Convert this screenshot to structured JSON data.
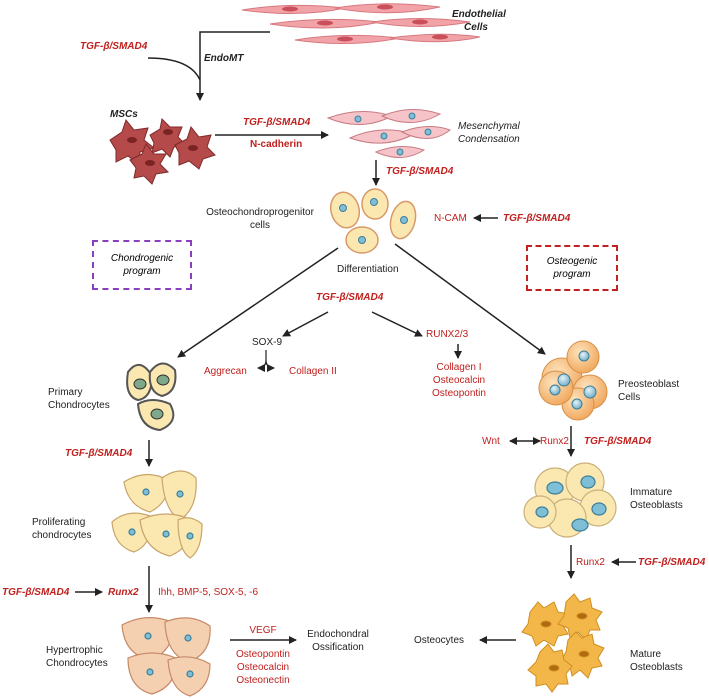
{
  "endothelial": "Endothelial Cells",
  "tgf": "TGF-β/SMAD4",
  "endomt": "EndoMT",
  "mscs": "MSCs",
  "ncadherin": "N-cadherin",
  "mesenchymal": "Mesenchymal Condensation",
  "osteochondro": "Osteochondroprogenitor cells",
  "ncam": "N-CAM",
  "differentiation": "Differentiation",
  "chondro_program": "Chondrogenic program",
  "osteo_program": "Osteogenic program",
  "sox9": "SOX-9",
  "aggrecan": "Aggrecan",
  "collagen2": "Collagen II",
  "runx23": "RUNX2/3",
  "collagen1": "Collagen I",
  "osteocalcin": "Osteocalcin",
  "osteopontin": "Osteopontin",
  "primary": "Primary Chondrocytes",
  "preosteoblast": "Preosteoblast Cells",
  "wnt": "Wnt",
  "runx2": "Runx2",
  "immature": "Immature Osteoblasts",
  "proliferating": "Proliferating chondrocytes",
  "ihh": "Ihh, BMP-5, SOX-5, -6",
  "hypertrophic": "Hypertrophic Chondrocytes",
  "vegf": "VEGF",
  "osteonectin": "Osteonectin",
  "endochondral": "Endochondral Ossification",
  "osteocytes": "Osteocytes",
  "mature": "Mature Osteoblasts",
  "colors": {
    "red": "#c0201e",
    "purple": "#8a3fbf",
    "box_red": "#c0201e"
  }
}
